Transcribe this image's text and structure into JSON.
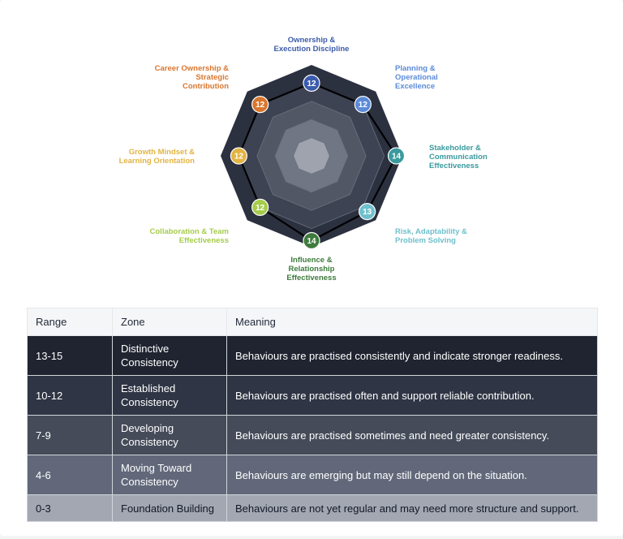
{
  "chart_data": {
    "type": "radar",
    "max": 15,
    "axes": [
      {
        "label": "Ownership & Execution Discipline",
        "value": 12,
        "color": "#3b5bab"
      },
      {
        "label": "Planning & Operational Excellence",
        "value": 12,
        "color": "#5b8bd8"
      },
      {
        "label": "Stakeholder & Communication Effectiveness",
        "value": 14,
        "color": "#3a9a9e"
      },
      {
        "label": "Risk, Adaptability & Problem Solving",
        "value": 13,
        "color": "#6fc0cc"
      },
      {
        "label": "Influence & Relationship Effectiveness",
        "value": 14,
        "color": "#3e7b3c"
      },
      {
        "label": "Collaboration & Team Effectiveness",
        "value": 12,
        "color": "#a6cc4a"
      },
      {
        "label": "Growth Mindset & Learning Orientation",
        "value": 12,
        "color": "#e2b443"
      },
      {
        "label": "Career Ownership & Strategic Contribution",
        "value": 12,
        "color": "#d9762e"
      }
    ],
    "bands": [
      {
        "range": [
          13,
          15
        ],
        "color": "#2c3140"
      },
      {
        "range": [
          10,
          12
        ],
        "color": "#3d4352"
      },
      {
        "range": [
          7,
          9
        ],
        "color": "#515765"
      },
      {
        "range": [
          4,
          6
        ],
        "color": "#707683"
      },
      {
        "range": [
          0,
          3
        ],
        "color": "#9fa3ad"
      }
    ]
  },
  "table": {
    "headers": [
      "Range",
      "Zone",
      "Meaning"
    ],
    "rows": [
      {
        "range": "13-15",
        "zone": "Distinctive Consistency",
        "meaning": "Behaviours are practised consistently and indicate stronger readiness.",
        "bg": "#1f2430",
        "fg": "#ffffff"
      },
      {
        "range": "10-12",
        "zone": "Established Consistency",
        "meaning": "Behaviours are practised often and support reliable contribution.",
        "bg": "#2f3544",
        "fg": "#ffffff"
      },
      {
        "range": "7-9",
        "zone": "Developing Consistency",
        "meaning": "Behaviours are practised sometimes and need greater consistency.",
        "bg": "#454b59",
        "fg": "#ffffff"
      },
      {
        "range": "4-6",
        "zone": "Moving Toward Consistency",
        "meaning": "Behaviours are emerging but may still depend on the situation.",
        "bg": "#62687a",
        "fg": "#ffffff"
      },
      {
        "range": "0-3",
        "zone": "Foundation Building",
        "meaning": "Behaviours are not yet regular and may need more structure and support.",
        "bg": "#a3a7b1",
        "fg": "#111827"
      }
    ]
  }
}
